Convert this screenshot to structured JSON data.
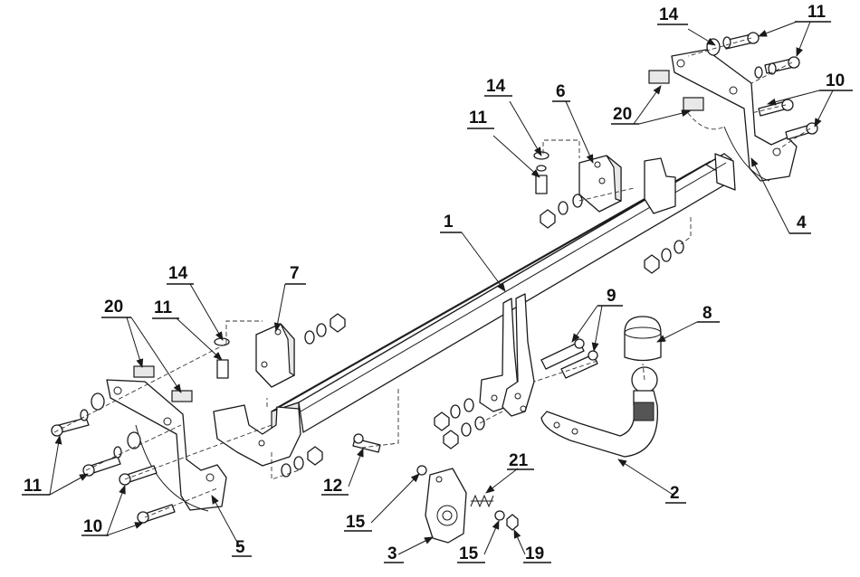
{
  "diagram": {
    "callouts": [
      {
        "id": "c14-top-right",
        "label": "14"
      },
      {
        "id": "c11-top-right",
        "label": "11"
      },
      {
        "id": "c10-right",
        "label": "10"
      },
      {
        "id": "c20-right",
        "label": "20"
      },
      {
        "id": "c14-center",
        "label": "14"
      },
      {
        "id": "c6",
        "label": "6"
      },
      {
        "id": "c11-center",
        "label": "11"
      },
      {
        "id": "c4",
        "label": "4"
      },
      {
        "id": "c1",
        "label": "1"
      },
      {
        "id": "c14-left",
        "label": "14"
      },
      {
        "id": "c7",
        "label": "7"
      },
      {
        "id": "c20-left",
        "label": "20"
      },
      {
        "id": "c11-left-mid",
        "label": "11"
      },
      {
        "id": "c9",
        "label": "9"
      },
      {
        "id": "c8",
        "label": "8"
      },
      {
        "id": "c21",
        "label": "21"
      },
      {
        "id": "c11-left-bottom",
        "label": "11"
      },
      {
        "id": "c12",
        "label": "12"
      },
      {
        "id": "c2",
        "label": "2"
      },
      {
        "id": "c10-left",
        "label": "10"
      },
      {
        "id": "c15-left",
        "label": "15"
      },
      {
        "id": "c5",
        "label": "5"
      },
      {
        "id": "c3",
        "label": "3"
      },
      {
        "id": "c15-right",
        "label": "15"
      },
      {
        "id": "c19",
        "label": "19"
      }
    ]
  }
}
